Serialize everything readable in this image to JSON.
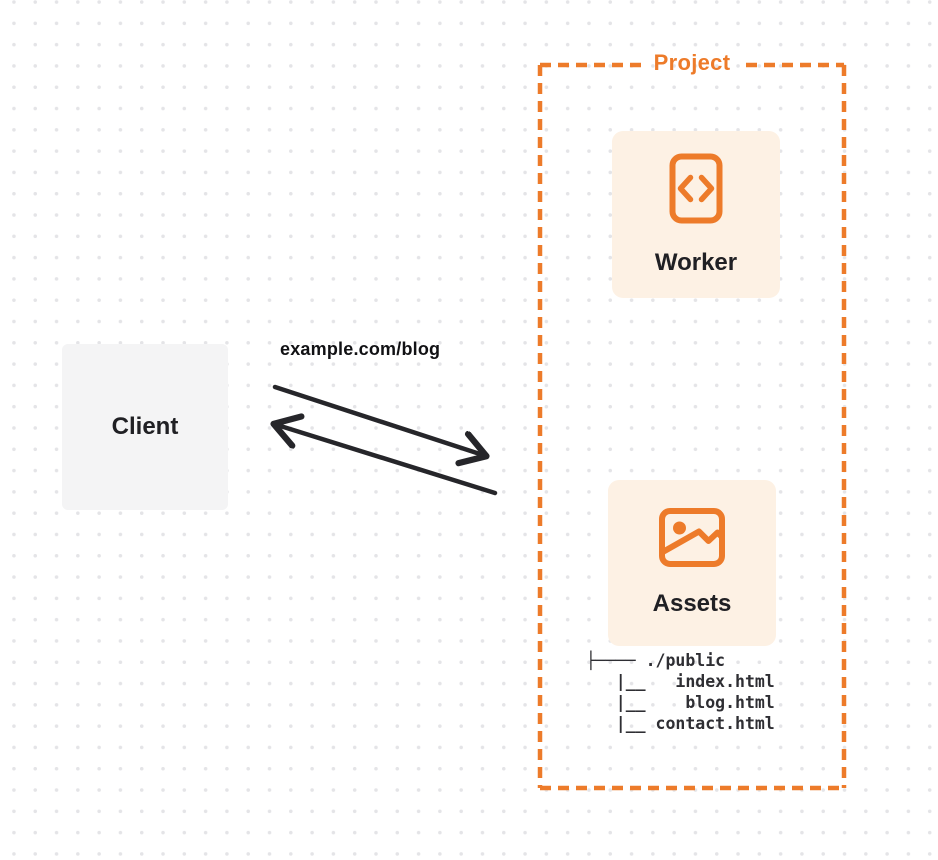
{
  "diagram": {
    "client": {
      "label": "Client"
    },
    "request_label": "example.com/blog",
    "project": {
      "label": "Project",
      "worker": {
        "label": "Worker",
        "icon": "code-file-icon"
      },
      "assets": {
        "label": "Assets",
        "icon": "image-icon"
      },
      "file_tree": {
        "lines": [
          "├──── ./public",
          "   |__   index.html",
          "   |__    blog.html",
          "   |__ contact.html"
        ]
      }
    }
  },
  "colors": {
    "orange": "#ED7B2A",
    "card_bg": "#FDF1E4",
    "client_bg": "#F4F4F5",
    "ink": "#202024",
    "arrow": "#26262A",
    "dot": "#E4E4E7"
  }
}
